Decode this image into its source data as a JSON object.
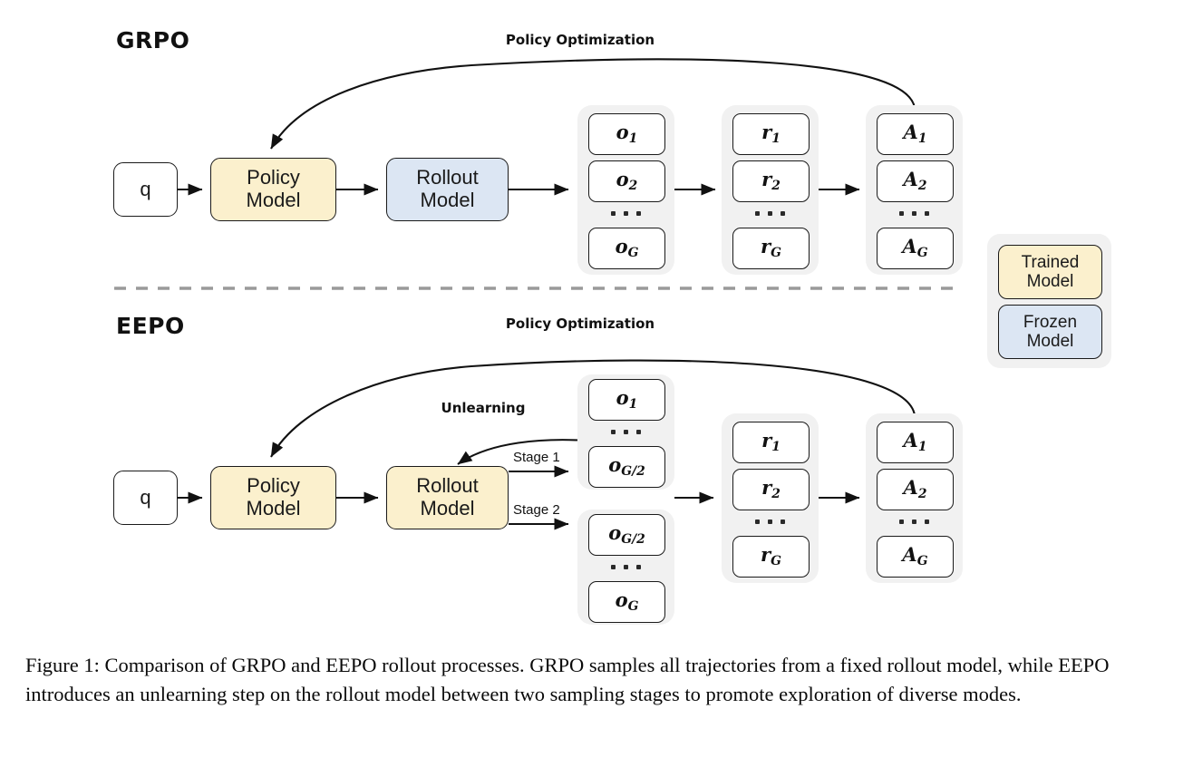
{
  "figure": {
    "caption": "Figure 1: Comparison of GRPO and EEPO rollout processes. GRPO samples all trajectories from a fixed rollout model, while EEPO introduces an unlearning step on the rollout model between two sampling stages to promote exploration of diverse modes."
  },
  "colors": {
    "trained_fill": "#fbf0cd",
    "frozen_fill": "#dce6f3",
    "group_fill": "#f1f1f1",
    "stroke": "#1a1a1a",
    "divider": "#9a9a9a",
    "page_background": "#ffffff"
  },
  "grpo": {
    "title": "GRPO",
    "policy_optimization_label": "Policy Optimization",
    "query_label": "q",
    "policy_model_label": "Policy\nModel",
    "rollout_model_label": "Rollout\nModel",
    "outputs": {
      "group_name": "outputs",
      "items": [
        {
          "base": "o",
          "sub": "1"
        },
        {
          "base": "o",
          "sub": "2"
        },
        {
          "base": "o",
          "sub": "G"
        }
      ],
      "ellipsis_after_index": 1
    },
    "rewards": {
      "group_name": "rewards",
      "items": [
        {
          "base": "r",
          "sub": "1"
        },
        {
          "base": "r",
          "sub": "2"
        },
        {
          "base": "r",
          "sub": "G"
        }
      ],
      "ellipsis_after_index": 1
    },
    "advantages": {
      "group_name": "advantages",
      "items": [
        {
          "base": "A",
          "sub": "1"
        },
        {
          "base": "A",
          "sub": "2"
        },
        {
          "base": "A",
          "sub": "G"
        }
      ],
      "ellipsis_after_index": 1
    }
  },
  "eepo": {
    "title": "EEPO",
    "policy_optimization_label": "Policy Optimization",
    "unlearning_label": "Unlearning",
    "query_label": "q",
    "policy_model_label": "Policy\nModel",
    "rollout_model_label": "Rollout\nModel",
    "stage1_label": "Stage 1",
    "stage2_label": "Stage 2",
    "stage1_outputs": {
      "group_name": "stage-1-outputs",
      "items": [
        {
          "base": "o",
          "sub": "1"
        },
        {
          "base": "o",
          "sub": "G/2"
        }
      ],
      "ellipsis_after_index": 0
    },
    "stage2_outputs": {
      "group_name": "stage-2-outputs",
      "items": [
        {
          "base": "o",
          "sub": "G/2"
        },
        {
          "base": "o",
          "sub": "G"
        }
      ],
      "ellipsis_after_index": 0
    },
    "rewards": {
      "group_name": "rewards",
      "items": [
        {
          "base": "r",
          "sub": "1"
        },
        {
          "base": "r",
          "sub": "2"
        },
        {
          "base": "r",
          "sub": "G"
        }
      ],
      "ellipsis_after_index": 1
    },
    "advantages": {
      "group_name": "advantages",
      "items": [
        {
          "base": "A",
          "sub": "1"
        },
        {
          "base": "A",
          "sub": "2"
        },
        {
          "base": "A",
          "sub": "G"
        }
      ],
      "ellipsis_after_index": 1
    }
  },
  "legend": {
    "trained_label": "Trained\nModel",
    "frozen_label": "Frozen\nModel"
  }
}
